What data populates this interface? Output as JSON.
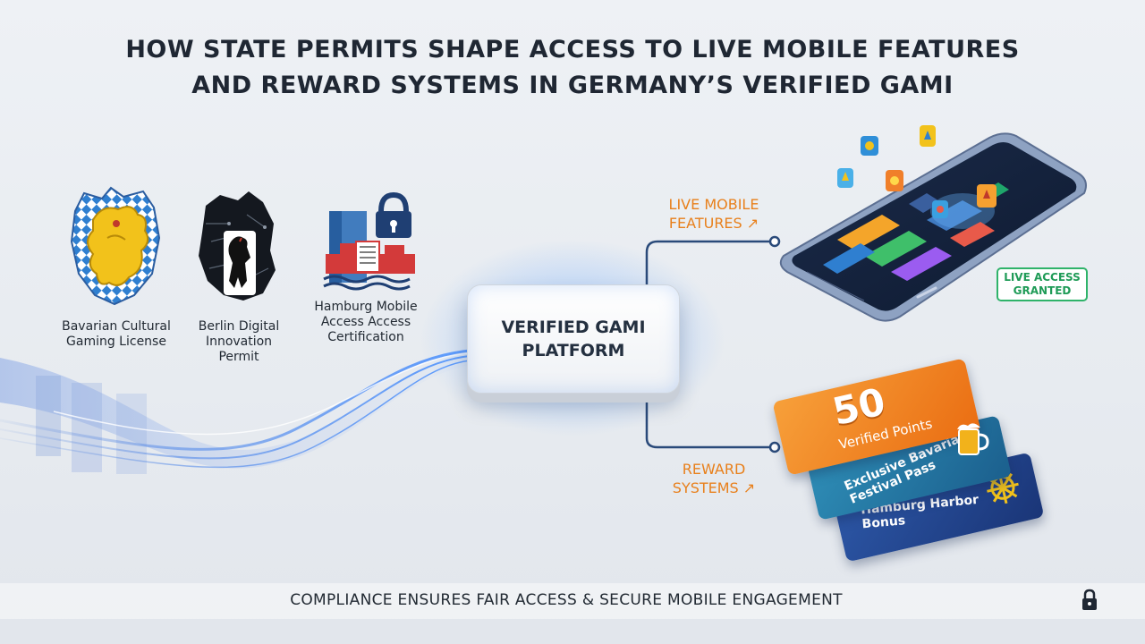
{
  "title": {
    "line1": "HOW STATE PERMITS SHAPE ACCESS TO LIVE MOBILE FEATURES",
    "line2": "AND REWARD SYSTEMS IN GERMANY’S VERIFIED GAMI"
  },
  "licenses": [
    {
      "id": "bavaria",
      "line1": "Bavarian Cultural",
      "line2": "Gaming License",
      "icon": "bavarian-lion-crest-icon"
    },
    {
      "id": "berlin",
      "line1": "Berlin Digital",
      "line2": "Innovation",
      "line3": "Permit",
      "icon": "berlin-bear-map-icon"
    },
    {
      "id": "hamburg",
      "line1": "Hamburg Mobile",
      "line2": "Access Access",
      "line3": "Certification",
      "icon": "hamburg-harbor-lock-icon"
    }
  ],
  "platform": {
    "line1": "VERIFIED GAMI",
    "line2": "PLATFORM"
  },
  "live_features": {
    "line1": "LIVE MOBILE",
    "line2": "FEATURES ↗"
  },
  "access_badge": {
    "line1": "LIVE ACCESS",
    "line2": "GRANTED"
  },
  "reward_systems": {
    "line1": "REWARD",
    "line2": "SYSTEMS ↗"
  },
  "reward_cards": {
    "points_value": "50",
    "points_label": "Verified Points",
    "festival_line1": "Exclusive Bavaria",
    "festival_line2": "Festival Pass",
    "harbor_line1": "Hamburg Harbor",
    "harbor_line2": "Bonus"
  },
  "footer": {
    "text": "COMPLIANCE ENSURES FAIR ACCESS & SECURE MOBILE ENGAGEMENT"
  },
  "colors": {
    "accent_orange": "#e8801c",
    "flow_blue": "#2f6fe0",
    "connector_navy": "#2a4a7a",
    "granted_green": "#2fb36a"
  }
}
